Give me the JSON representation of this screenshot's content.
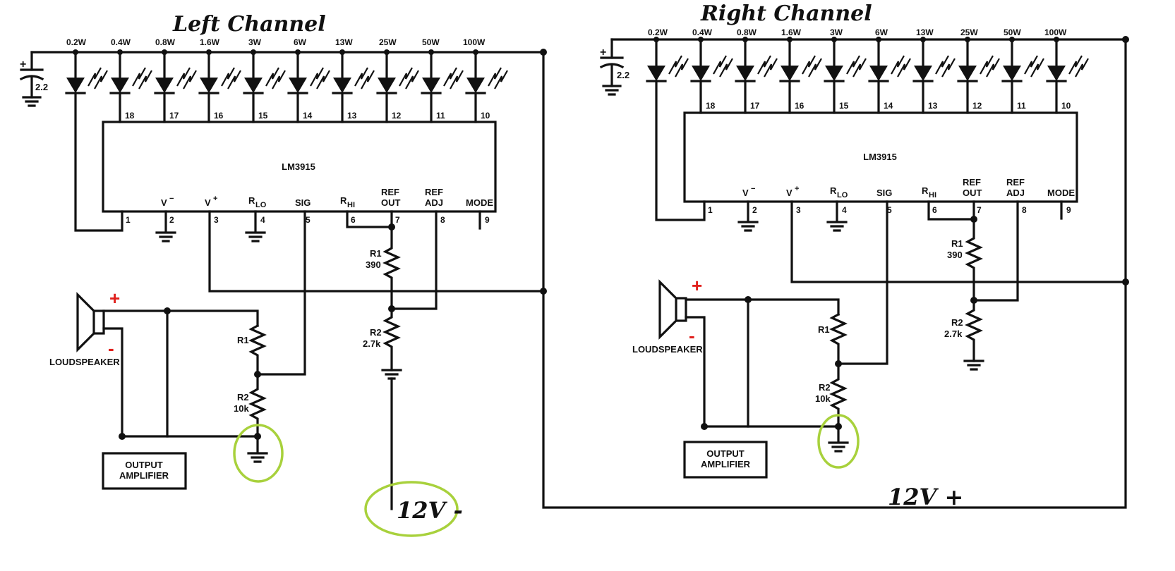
{
  "diagram": {
    "channels": [
      {
        "title": "Left Channel",
        "chip": "LM3915",
        "power_labels": [
          "0.2W",
          "0.4W",
          "0.8W",
          "1.6W",
          "3W",
          "6W",
          "13W",
          "25W",
          "50W",
          "100W"
        ],
        "led_pins": [
          "18",
          "17",
          "16",
          "15",
          "14",
          "13",
          "12",
          "11",
          "10"
        ],
        "pin_names": {
          "vminus": "V",
          "vplus": "V",
          "rlo": "R",
          "rlo_sub": "LO",
          "sig": "SIG",
          "rhi": "R",
          "rhi_sub": "HI",
          "refout_1": "REF",
          "refout_2": "OUT",
          "refadj_1": "REF",
          "refadj_2": "ADJ",
          "mode": "MODE"
        },
        "bottom_pins": [
          "1",
          "2",
          "3",
          "4",
          "5",
          "6",
          "7",
          "8",
          "9"
        ],
        "cap": {
          "plus": "+",
          "value": "2.2"
        },
        "ref_r1": {
          "name": "R1",
          "value": "390"
        },
        "ref_r2": {
          "name": "R2",
          "value": "2.7k"
        },
        "sig_r1": {
          "name": "R1"
        },
        "sig_r2": {
          "name": "R2",
          "value": "10k"
        },
        "speaker": {
          "label": "LOUDSPEAKER",
          "plus": "+",
          "minus": "-"
        },
        "amp": {
          "line1": "OUTPUT",
          "line2": "AMPLIFIER"
        }
      },
      {
        "title": "Right Channel",
        "chip": "LM3915",
        "power_labels": [
          "0.2W",
          "0.4W",
          "0.8W",
          "1.6W",
          "3W",
          "6W",
          "13W",
          "25W",
          "50W",
          "100W"
        ],
        "led_pins": [
          "18",
          "17",
          "16",
          "15",
          "14",
          "13",
          "12",
          "11",
          "10"
        ],
        "pin_names": {
          "vminus": "V",
          "vplus": "V",
          "rlo": "R",
          "rlo_sub": "LO",
          "sig": "SIG",
          "rhi": "R",
          "rhi_sub": "HI",
          "refout_1": "REF",
          "refout_2": "OUT",
          "refadj_1": "REF",
          "refadj_2": "ADJ",
          "mode": "MODE"
        },
        "bottom_pins": [
          "1",
          "2",
          "3",
          "4",
          "5",
          "6",
          "7",
          "8",
          "9"
        ],
        "cap": {
          "plus": "+",
          "value": "2.2"
        },
        "ref_r1": {
          "name": "R1",
          "value": "390"
        },
        "ref_r2": {
          "name": "R2",
          "value": "2.7k"
        },
        "sig_r1": {
          "name": "R1"
        },
        "sig_r2": {
          "name": "R2",
          "value": "10k"
        },
        "speaker": {
          "label": "LOUDSPEAKER",
          "plus": "+",
          "minus": "-"
        },
        "amp": {
          "line1": "OUTPUT",
          "line2": "AMPLIFIER"
        }
      }
    ],
    "supply_neg": "12V -",
    "supply_pos": "12V +",
    "highlight_color": "#a8d13c",
    "polarity_color": "#e0201c"
  }
}
